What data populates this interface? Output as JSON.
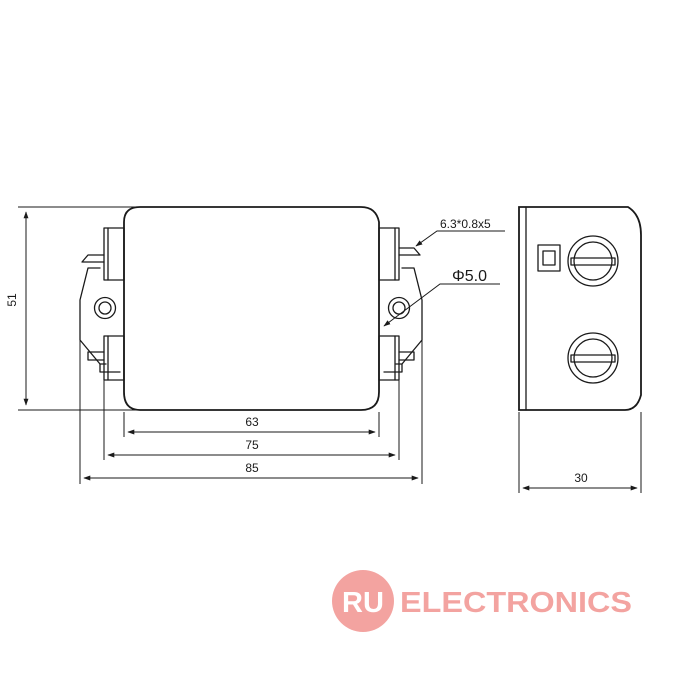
{
  "drawing": {
    "dimensions": {
      "height_left": "51",
      "mount_inner": "63",
      "mount_mid": "75",
      "overall_width": "85",
      "depth_side": "30"
    },
    "notes": {
      "terminal_size": "6.3*0.8x5",
      "hole_diameter": "Φ5.0"
    }
  },
  "watermark": {
    "badge_text": "RU",
    "brand_text": "ELECTRONICS",
    "color": "#f29a96"
  },
  "colors": {
    "line": "#1a1a1a",
    "background": "#ffffff"
  }
}
